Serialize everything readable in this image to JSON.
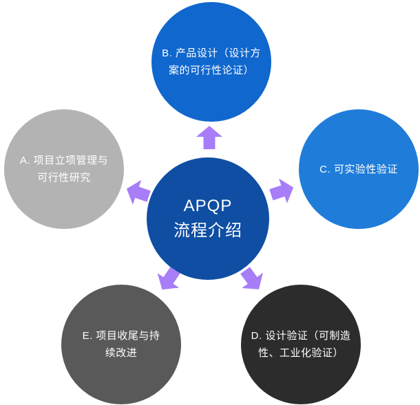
{
  "diagram": {
    "center": {
      "label": "APQP\n流程介绍",
      "color": "#0f4ea3"
    },
    "nodes": {
      "a": {
        "label": "A. 项目立项管理与\n可行性研究",
        "color": "#b3b3b3"
      },
      "b": {
        "label": "B. 产品设计（设计方\n案的可行性论证）",
        "color": "#1067cd"
      },
      "c": {
        "label": "C. 可实验性验证",
        "color": "#1f7cd9"
      },
      "d": {
        "label": "D. 设计验证（可制造\n性、工业化验证）",
        "color": "#2d2c2c"
      },
      "e": {
        "label": "E. 项目收尾与持\n续改进",
        "color": "#595959"
      }
    },
    "arrows": {
      "color": "#a87df8",
      "directions": [
        "up",
        "upper-left",
        "upper-right",
        "lower-left",
        "lower-right"
      ]
    }
  }
}
